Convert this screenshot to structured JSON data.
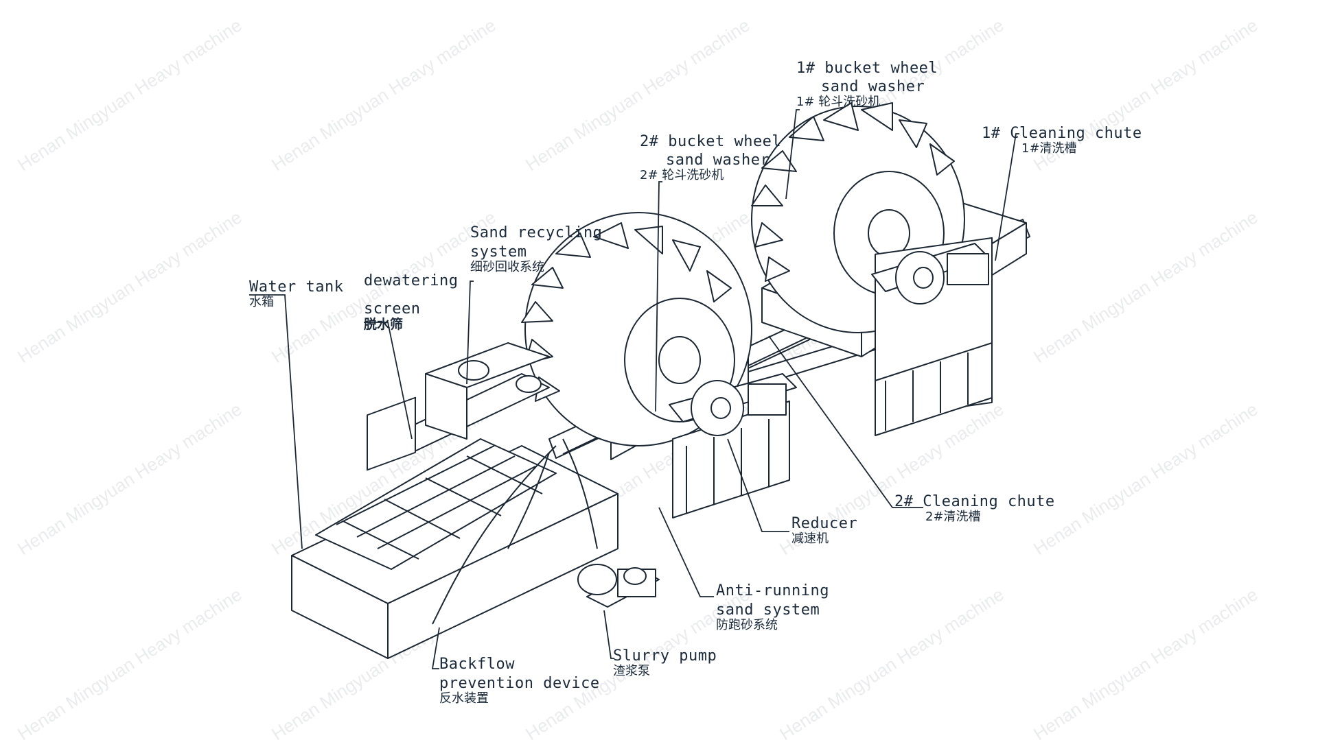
{
  "watermark": {
    "text": "Henan Mingyuan Heavy machine"
  },
  "labels": {
    "water_tank": {
      "en": "Water tank",
      "zh": "水箱"
    },
    "dewatering_screen": {
      "en1": "dewatering",
      "en2": "screen",
      "zh": "脱水筛"
    },
    "sand_recycling": {
      "en1": "Sand recycling",
      "en2": "system",
      "zh": "细砂回收系统"
    },
    "bucket_wheel_2": {
      "en1": "2# bucket wheel",
      "en2": "sand washer",
      "zh": "2# 轮斗洗砂机"
    },
    "bucket_wheel_1": {
      "en1": "1# bucket wheel",
      "en2": "sand washer",
      "zh": "1# 轮斗洗砂机"
    },
    "cleaning_chute_1": {
      "en": "1# Cleaning chute",
      "zh": "1#清洗槽"
    },
    "cleaning_chute_2": {
      "en": "2# Cleaning chute",
      "zh": "2#清洗槽"
    },
    "reducer": {
      "en": "Reducer",
      "zh": "减速机"
    },
    "anti_running": {
      "en1": "Anti-running",
      "en2": "sand system",
      "zh": "防跑砂系统"
    },
    "slurry_pump": {
      "en": "Slurry pump",
      "zh": "渣浆泵"
    },
    "backflow": {
      "en1": "Backflow",
      "en2": "prevention device",
      "zh": "反水装置"
    }
  },
  "colors": {
    "line": "#1b2733",
    "label": "#1a2a3a"
  }
}
